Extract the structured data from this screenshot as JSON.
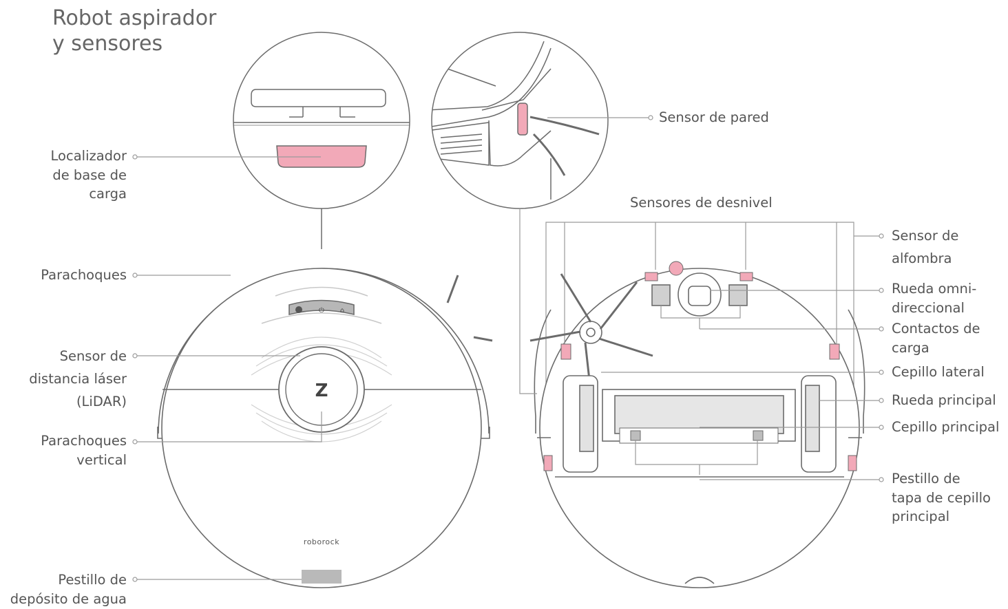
{
  "title": {
    "line1": "Robot aspirador",
    "line2": "y sensores"
  },
  "brand": "roborock",
  "labels": {
    "charging_locator": [
      "Localizador",
      "de base de",
      "carga"
    ],
    "bumper": [
      "Parachoques"
    ],
    "lidar": [
      "Sensor de",
      "distancia láser",
      "(LiDAR)"
    ],
    "vertical_bumper": [
      "Parachoques",
      "vertical"
    ],
    "water_tank_latch": [
      "Pestillo de",
      "depósito de agua"
    ],
    "wall_sensor": [
      "Sensor de pared"
    ],
    "cliff_sensors": [
      "Sensores de desnivel"
    ],
    "carpet_sensor": [
      "Sensor de",
      "alfombra"
    ],
    "omni_wheel": [
      "Rueda omni-",
      "direccional"
    ],
    "charging_contacts": [
      "Contactos de",
      "carga"
    ],
    "side_brush": [
      "Cepillo lateral"
    ],
    "main_wheel": [
      "Rueda principal"
    ],
    "main_brush": [
      "Cepillo principal"
    ],
    "brush_cover_latch": [
      "Pestillo de",
      "tapa de cepillo",
      "principal"
    ]
  },
  "colors": {
    "line": "#6b6b6b",
    "leader": "#9a9a9a",
    "sensor": "#f2a9b8",
    "text": "#555555"
  }
}
